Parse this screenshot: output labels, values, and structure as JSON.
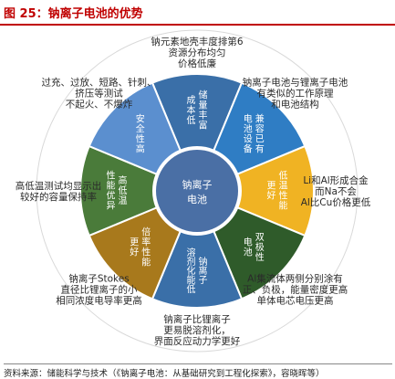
{
  "figure": {
    "title": "图 25：钠离子电池的优势",
    "source": "资料来源：储能科学与技术（《钠离子电池：从基础研究到工程化探索》，容晓晖等）",
    "hub": {
      "lines": [
        "钠离子",
        "电池"
      ]
    },
    "segments": [
      {
        "id": "resource",
        "inner_lines": [
          "储量丰富",
          "成本低"
        ],
        "color": "#3a6fa8",
        "outer_lines": [
          "钠元素地壳丰度排第6",
          "资源分布均匀",
          "价格低廉"
        ]
      },
      {
        "id": "compat",
        "inner_lines": [
          "兼容已有",
          "电池设备"
        ],
        "color": "#2f7dc4",
        "outer_lines": [
          "钠离子电池与锂离子电池",
          "有类似的工作原理",
          "和电池结构"
        ]
      },
      {
        "id": "lowtemp",
        "inner_lines": [
          "低温性能",
          "更好"
        ],
        "color": "#f0b323",
        "outer_lines": [
          "Li和Al形成合金",
          "而Na不会",
          "Al比Cu价格更低"
        ]
      },
      {
        "id": "bipolar",
        "inner_lines": [
          "双极性",
          "电池"
        ],
        "color": "#2f5b2a",
        "outer_lines": [
          "Al集流体两侧分别涂有",
          "正、负极，能量密度更高",
          "单体电芯电压更高"
        ]
      },
      {
        "id": "solvation",
        "inner_lines": [
          "钠离子",
          "溶剂化能低"
        ],
        "color": "#3a6fa8",
        "outer_lines": [
          "钠离子比锂离子",
          "更易脱溶剂化，",
          "界面反应动力学更好"
        ]
      },
      {
        "id": "rate",
        "inner_lines": [
          "倍率性能",
          "更好"
        ],
        "color": "#a8791c",
        "outer_lines": [
          "钠离子Stokes",
          "直径比锂离子的小",
          "相同浓度电导率更高"
        ]
      },
      {
        "id": "hightemp",
        "inner_lines": [
          "高低温",
          "性能优异"
        ],
        "color": "#4a7b3a",
        "outer_lines": [
          "高低温测试均显示出",
          "较好的容量保持率"
        ]
      },
      {
        "id": "safety",
        "inner_lines": [
          "安全性高"
        ],
        "color": "#5b8fcf",
        "outer_lines": [
          "过充、过放、短路、针刺、",
          "挤压等测试",
          "不起火、不爆炸"
        ]
      }
    ]
  }
}
